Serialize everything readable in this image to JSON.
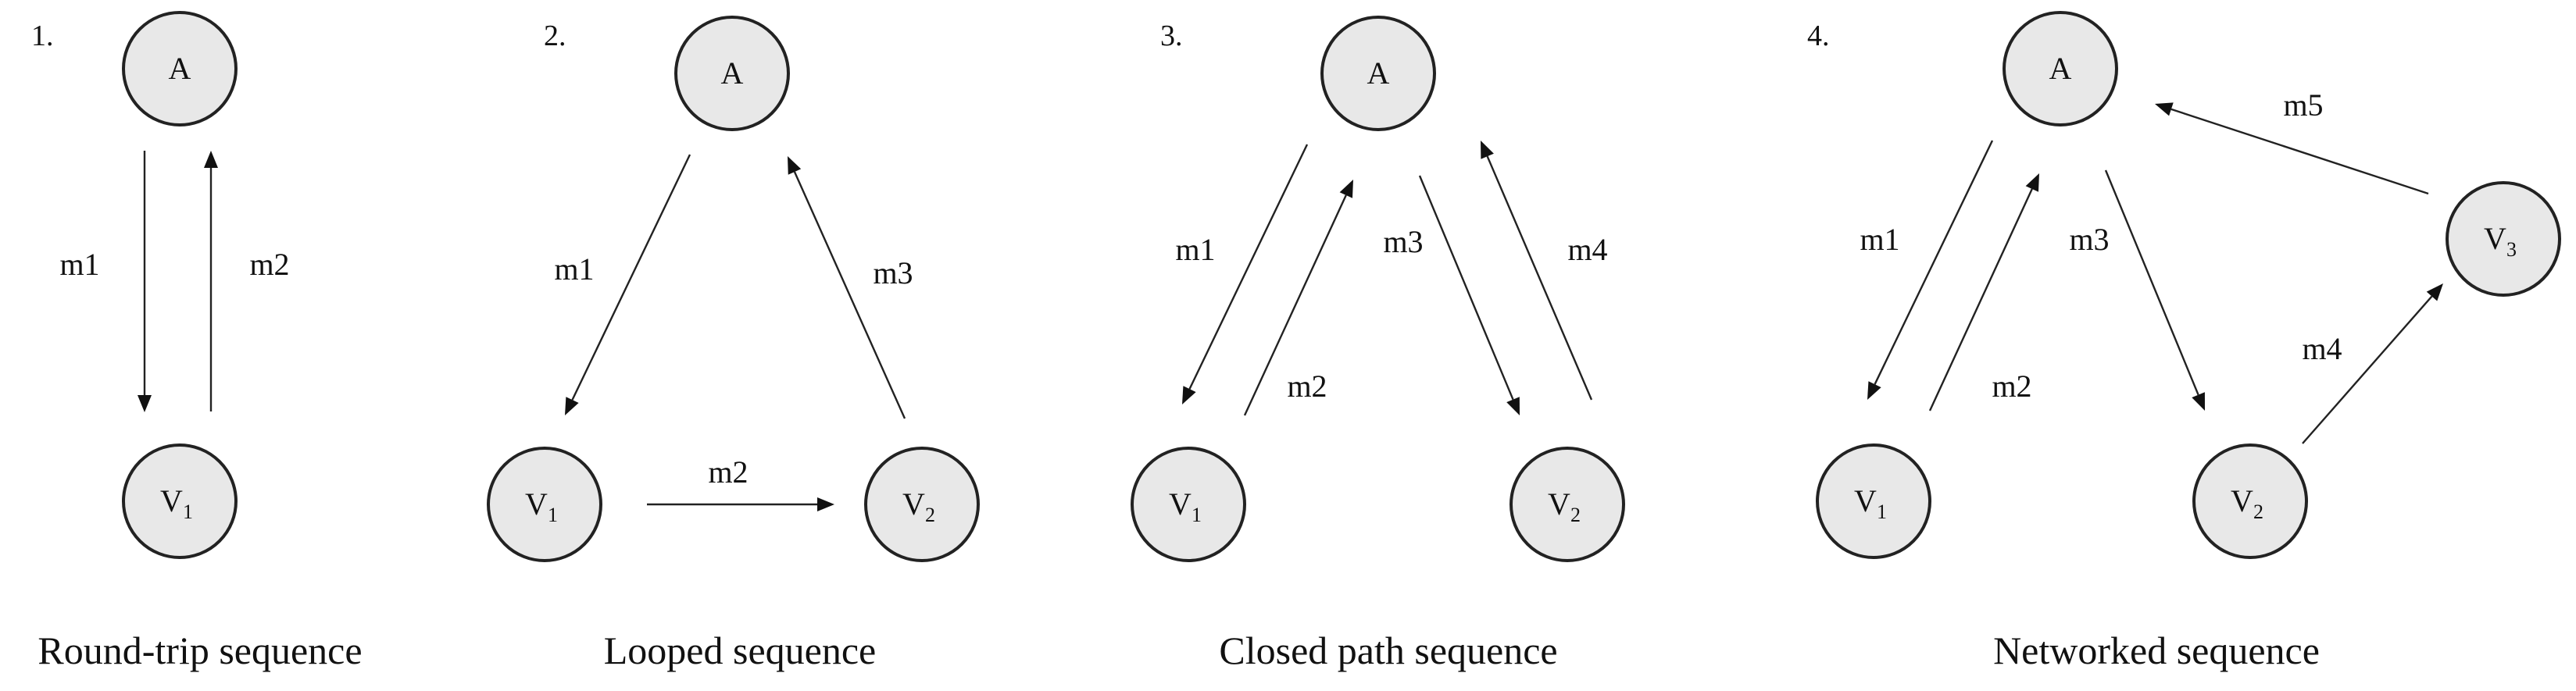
{
  "panels": [
    {
      "number": "1.",
      "caption": "Round-trip sequence",
      "nodes": [
        {
          "id": "A",
          "main": "A",
          "sub": ""
        },
        {
          "id": "V1",
          "main": "V",
          "sub": "1"
        }
      ],
      "edges": [
        {
          "id": "m1",
          "label": "m1",
          "from": "A",
          "to": "V1"
        },
        {
          "id": "m2",
          "label": "m2",
          "from": "V1",
          "to": "A"
        }
      ]
    },
    {
      "number": "2.",
      "caption": "Looped sequence",
      "nodes": [
        {
          "id": "A",
          "main": "A",
          "sub": ""
        },
        {
          "id": "V1",
          "main": "V",
          "sub": "1"
        },
        {
          "id": "V2",
          "main": "V",
          "sub": "2"
        }
      ],
      "edges": [
        {
          "id": "m1",
          "label": "m1",
          "from": "A",
          "to": "V1"
        },
        {
          "id": "m2",
          "label": "m2",
          "from": "V1",
          "to": "V2"
        },
        {
          "id": "m3",
          "label": "m3",
          "from": "V2",
          "to": "A"
        }
      ]
    },
    {
      "number": "3.",
      "caption": "Closed path sequence",
      "nodes": [
        {
          "id": "A",
          "main": "A",
          "sub": ""
        },
        {
          "id": "V1",
          "main": "V",
          "sub": "1"
        },
        {
          "id": "V2",
          "main": "V",
          "sub": "2"
        }
      ],
      "edges": [
        {
          "id": "m1",
          "label": "m1",
          "from": "A",
          "to": "V1"
        },
        {
          "id": "m2",
          "label": "m2",
          "from": "V1",
          "to": "A"
        },
        {
          "id": "m3",
          "label": "m3",
          "from": "A",
          "to": "V2"
        },
        {
          "id": "m4",
          "label": "m4",
          "from": "V2",
          "to": "A"
        }
      ]
    },
    {
      "number": "4.",
      "caption": "Networked sequence",
      "nodes": [
        {
          "id": "A",
          "main": "A",
          "sub": ""
        },
        {
          "id": "V1",
          "main": "V",
          "sub": "1"
        },
        {
          "id": "V2",
          "main": "V",
          "sub": "2"
        },
        {
          "id": "V3",
          "main": "V",
          "sub": "3"
        }
      ],
      "edges": [
        {
          "id": "m1",
          "label": "m1",
          "from": "A",
          "to": "V1"
        },
        {
          "id": "m2",
          "label": "m2",
          "from": "V1",
          "to": "A"
        },
        {
          "id": "m3",
          "label": "m3",
          "from": "A",
          "to": "V2"
        },
        {
          "id": "m4",
          "label": "m4",
          "from": "V2",
          "to": "V3"
        },
        {
          "id": "m5",
          "label": "m5",
          "from": "V3",
          "to": "A"
        }
      ]
    }
  ]
}
